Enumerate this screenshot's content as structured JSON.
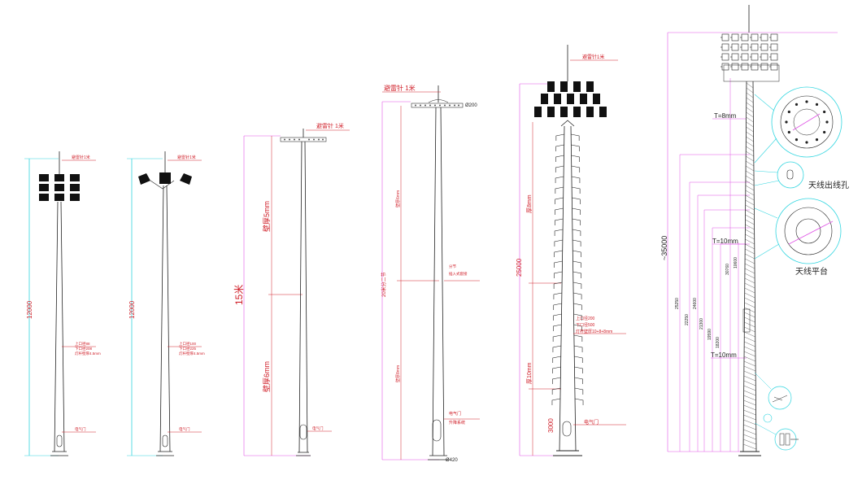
{
  "poles": [
    {
      "id": "pole-1",
      "lightning_label": "避雷针1米",
      "height_label": "12000",
      "spec_lines": [
        "上口径88",
        "下口径208",
        "灯杆壁厚4.5mm"
      ],
      "door_label": "电气门"
    },
    {
      "id": "pole-2",
      "lightning_label": "避雷针1米",
      "height_label": "12000",
      "spec_lines": [
        "上口径100",
        "下口径225",
        "灯杆壁厚4.5mm"
      ],
      "door_label": "电气门"
    },
    {
      "id": "pole-3",
      "lightning_label": "避雷针 1米",
      "height_label": "15米",
      "upper_thickness": "壁厚5mm",
      "lower_thickness": "壁厚6mm",
      "door_label": "电气门"
    },
    {
      "id": "pole-4",
      "lightning_label": "避雷针 1米",
      "top_diameter": "Ø200",
      "bottom_diameter": "Ø420",
      "section_label": "20米分二节",
      "upper_thickness": "壁厚6mm",
      "lower_thickness": "壁厚8mm",
      "joint_lines": [
        "分节",
        "插入式套接"
      ],
      "door_lines": [
        "电气门",
        "升降系统"
      ]
    },
    {
      "id": "pole-5",
      "lightning_label": "避雷针1米",
      "height_label": "25000",
      "base_label": "3000",
      "upper_thickness": "厚8mm",
      "lower_thickness": "厚10mm",
      "spec_lines": [
        "上口径200",
        "下口径500",
        "灯杆壁厚10+8+8mm"
      ],
      "door_label": "电气门"
    },
    {
      "id": "pole-6",
      "height_label": "~35000",
      "top_thickness": "T=8mm",
      "mid_thickness": "T=10mm",
      "low_thickness": "T=10mm",
      "antenna_hole_label": "天线出线孔",
      "antenna_platform_label": "天线平台",
      "dimensions": [
        "25250",
        "22250",
        "24600",
        "21300",
        "19590",
        "18200",
        "30760",
        "10600"
      ]
    }
  ]
}
